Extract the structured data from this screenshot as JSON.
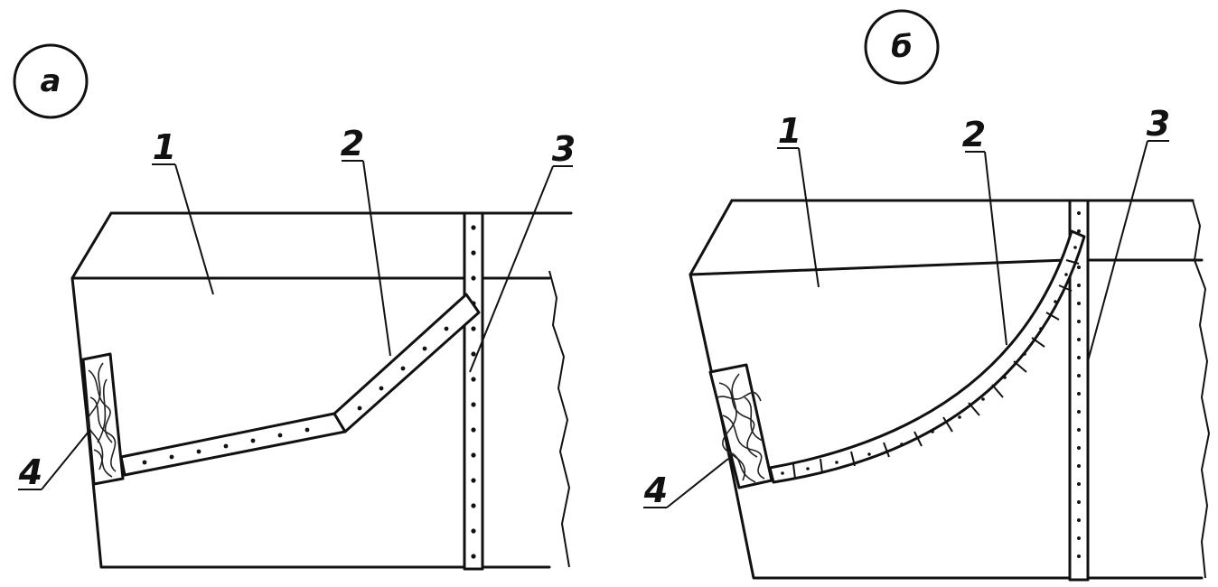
{
  "panels": [
    {
      "label": "а",
      "callouts": {
        "one": "1",
        "two": "2",
        "three": "3",
        "four": "4"
      }
    },
    {
      "label": "б",
      "callouts": {
        "one": "1",
        "two": "2",
        "three": "3",
        "four": "4"
      }
    }
  ]
}
